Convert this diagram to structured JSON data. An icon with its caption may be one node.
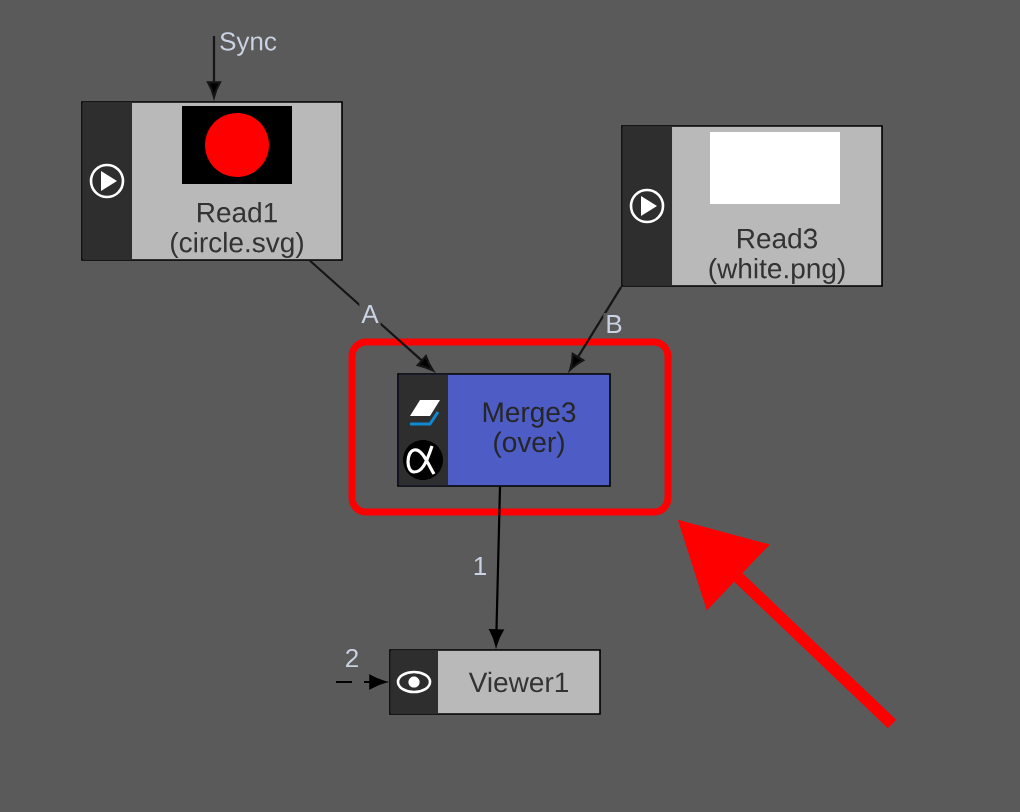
{
  "diagram": {
    "nodes": [
      {
        "text": [
          "Read1 (circle.svg)"
        ]
      },
      {
        "text": [
          "Read3 (white.png)"
        ]
      },
      {
        "text": [],
        "shape": "box"
      },
      {
        "text": [
          "Merge3 (over)"
        ],
        "in": 2
      },
      {
        "text": [
          "Viewer1"
        ]
      }
    ],
    "edges": [
      {
        "from": null,
        "to": 0,
        "arrow": "to",
        "label": "Sync"
      },
      {
        "from": 0,
        "to": 3,
        "arrow": "to",
        "label": "A"
      },
      {
        "from": 1,
        "to": 3,
        "arrow": "to",
        "label": "B"
      },
      {
        "from": 3,
        "to": 4,
        "arrow": "to",
        "label": "1",
        "color": "#000000"
      },
      {
        "from": null,
        "to": 4,
        "arrow": "to",
        "label": "2",
        "style": "dashed",
        "color": "#000000"
      },
      {
        "from": null,
        "to": 2,
        "arrow": "to",
        "style": "thick",
        "color": "#ff0000"
      }
    ]
  }
}
